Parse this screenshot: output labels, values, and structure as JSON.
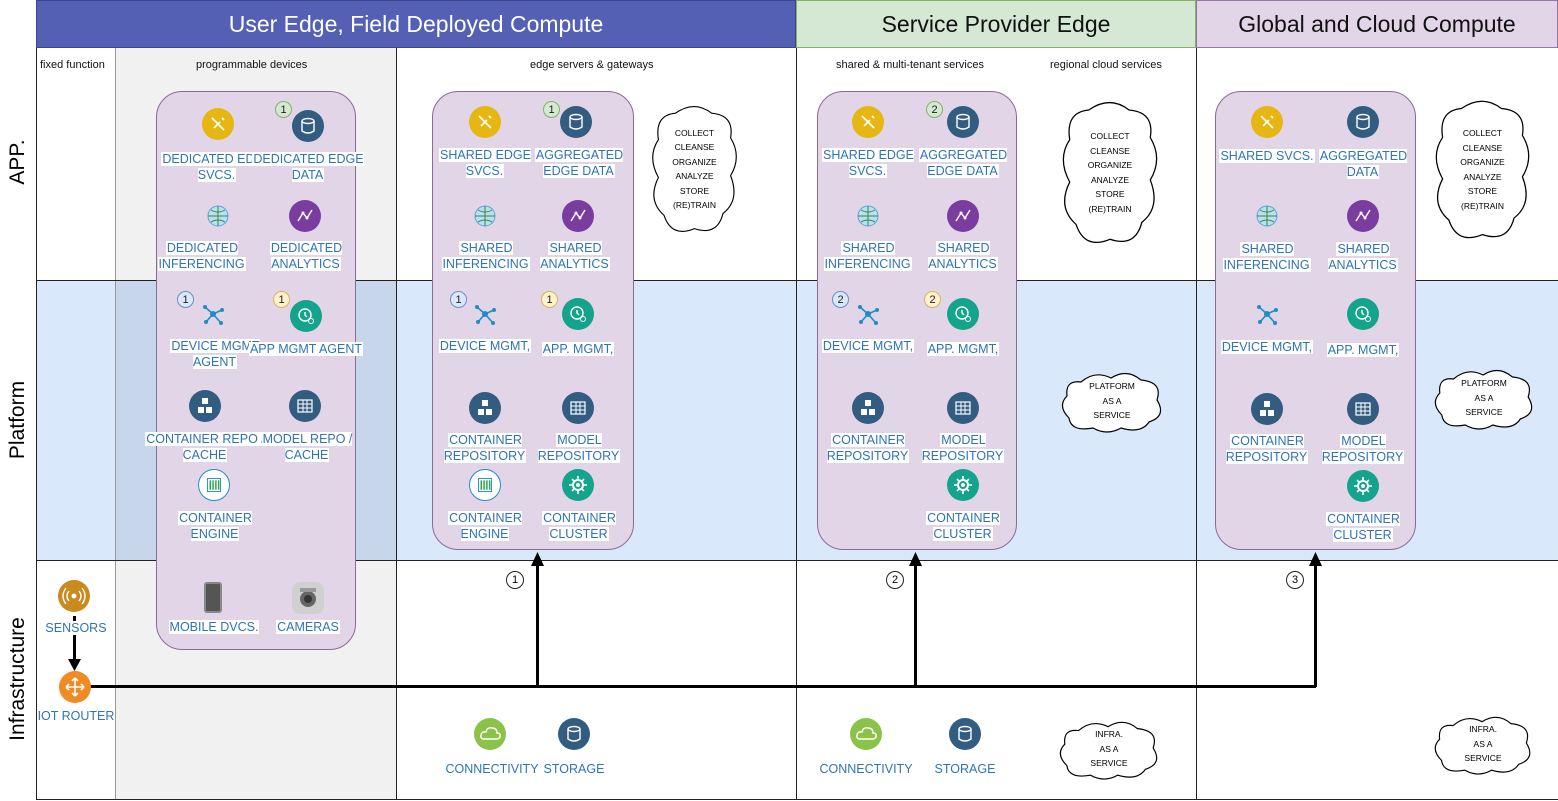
{
  "headers": {
    "user_edge": "User Edge, Field Deployed Compute",
    "service_provider": "Service Provider Edge",
    "global_cloud": "Global and Cloud Compute"
  },
  "subheaders": {
    "fixed_function": "fixed function",
    "programmable_devices": "programmable devices",
    "edge_servers": "edge servers & gateways",
    "shared_multi_tenant": "shared & multi-tenant services",
    "regional_cloud": "regional cloud services"
  },
  "rows": {
    "app": "APP.",
    "platform": "Platform",
    "infrastructure": "Infrastructure"
  },
  "colors": {
    "header_blue": "#5460b3",
    "header_green": "#d5e8d4",
    "header_purple": "#e1d5e7",
    "panel": "#e2d5e8",
    "platform_band": "#dae8fc",
    "label_blue": "#2f74b5"
  },
  "devices": {
    "edge_svcs": "DEDICATED EDGE SVCS.",
    "edge_data": "DEDICATED EDGE DATA",
    "edge_data_badge": "1",
    "inferencing": "DEDICATED INFERENCING",
    "analytics": "DEDICATED ANALYTICS",
    "device_mgmt": "DEVICE MGMT AGENT",
    "device_mgmt_badge": "1",
    "app_mgmt": "APP MGMT AGENT",
    "app_mgmt_badge": "1",
    "container_repo": "CONTAINER REPO / CACHE",
    "model_repo": "MODEL REPO / CACHE",
    "container_engine": "CONTAINER ENGINE",
    "mobile": "MOBILE DVCS.",
    "cameras": "CAMERAS"
  },
  "edge_servers": {
    "edge_svcs": "SHARED EDGE SVCS.",
    "edge_data": "AGGREGATED EDGE DATA",
    "edge_data_badge": "1",
    "inferencing": "SHARED INFERENCING",
    "analytics": "SHARED ANALYTICS",
    "device_mgmt": "DEVICE MGMT,",
    "device_mgmt_badge": "1",
    "app_mgmt": "APP. MGMT,",
    "app_mgmt_badge": "1",
    "container_repo": "CONTAINER REPOSITORY",
    "model_repo": "MODEL REPOSITORY",
    "container_engine": "CONTAINER ENGINE",
    "container_cluster": "CONTAINER CLUSTER",
    "cloud": [
      "COLLECT",
      "CLEANSE",
      "ORGANIZE",
      "ANALYZE",
      "STORE",
      "(RE)TRAIN"
    ],
    "connectivity": "CONNECTIVITY",
    "storage": "STORAGE",
    "route_num": "1"
  },
  "service_provider": {
    "edge_svcs": "SHARED EDGE SVCS.",
    "edge_data": "AGGREGATED EDGE DATA",
    "edge_data_badge": "2",
    "inferencing": "SHARED INFERENCING",
    "analytics": "SHARED ANALYTICS",
    "device_mgmt": "DEVICE MGMT,",
    "device_mgmt_badge": "2",
    "app_mgmt": "APP. MGMT,",
    "app_mgmt_badge": "2",
    "container_repo": "CONTAINER REPOSITORY",
    "model_repo": "MODEL REPOSITORY",
    "container_cluster": "CONTAINER CLUSTER",
    "cloud_app": [
      "COLLECT",
      "CLEANSE",
      "ORGANIZE",
      "ANALYZE",
      "STORE",
      "(RE)TRAIN"
    ],
    "cloud_platform": [
      "PLATFORM",
      "AS A",
      "SERVICE"
    ],
    "cloud_infra": [
      "INFRA.",
      "AS A",
      "SERVICE"
    ],
    "connectivity": "CONNECTIVITY",
    "storage": "STORAGE",
    "route_num": "2"
  },
  "global": {
    "svcs": "SHARED SVCS.",
    "data": "AGGREGATED DATA",
    "inferencing": "SHARED INFERENCING",
    "analytics": "SHARED ANALYTICS",
    "device_mgmt": "DEVICE MGMT,",
    "app_mgmt": "APP. MGMT,",
    "container_repo": "CONTAINER REPOSITORY",
    "model_repo": "MODEL REPOSITORY",
    "container_cluster": "CONTAINER CLUSTER",
    "cloud_app": [
      "COLLECT",
      "CLEANSE",
      "ORGANIZE",
      "ANALYZE",
      "STORE",
      "(RE)TRAIN"
    ],
    "cloud_platform": [
      "PLATFORM",
      "AS A",
      "SERVICE"
    ],
    "cloud_infra": [
      "INFRA.",
      "AS A",
      "SERVICE"
    ],
    "route_num": "3"
  },
  "fixed": {
    "sensors": "SENSORS",
    "router": "IOT ROUTER"
  }
}
